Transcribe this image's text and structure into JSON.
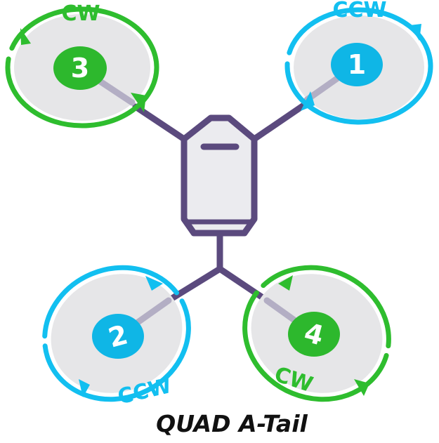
{
  "title": "QUAD A-Tail",
  "colors": {
    "frame": "#5b4a7e",
    "arm_inner": "#b3aec4",
    "prop_disc": "#e6e6e8",
    "body_fill": "#ebebef",
    "cw": "#2ebd2e",
    "ccw": "#12bff0"
  },
  "motors": [
    {
      "id": "motor-1",
      "number": "1",
      "direction": "CCW"
    },
    {
      "id": "motor-2",
      "number": "2",
      "direction": "CCW"
    },
    {
      "id": "motor-3",
      "number": "3",
      "direction": "CW"
    },
    {
      "id": "motor-4",
      "number": "4",
      "direction": "CW"
    }
  ]
}
